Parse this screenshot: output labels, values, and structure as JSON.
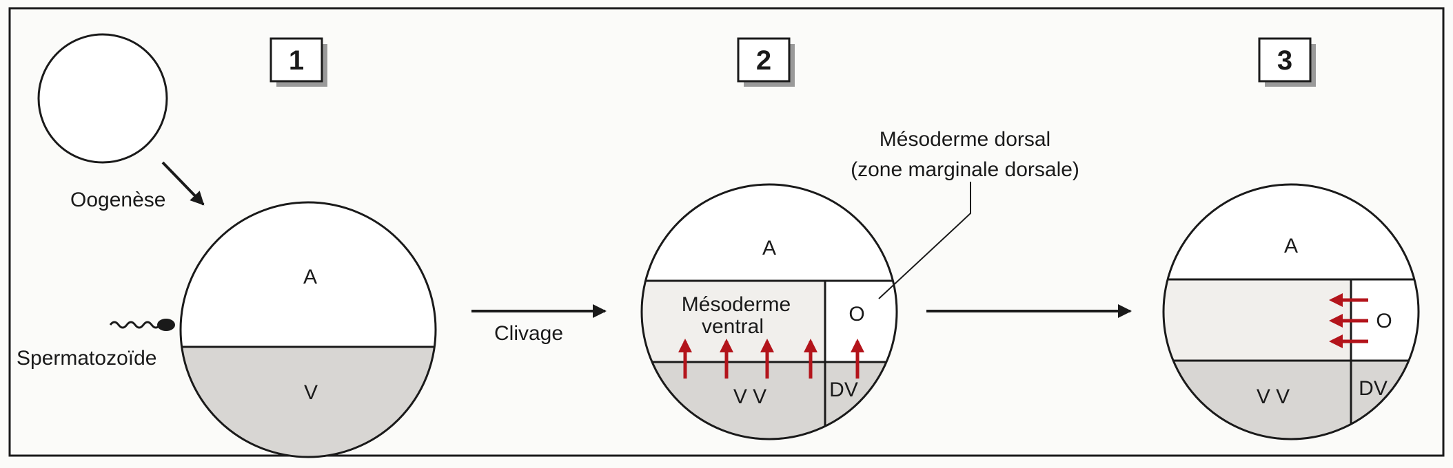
{
  "colors": {
    "ink": "#1a1a1a",
    "animal_fill": "#ffffff",
    "mesoderm_fill": "#f1efec",
    "vegetal_fill": "#d8d6d3",
    "arrow_red": "#b3141b",
    "badge_shadow": "#9a9a9a"
  },
  "stages": [
    {
      "number": "1",
      "animal_label": "A",
      "vegetal_label": "V"
    },
    {
      "number": "2",
      "animal_label": "A",
      "mesoderm_label_line1": "Mésoderme",
      "mesoderm_label_line2": "ventral",
      "organizer_label": "O",
      "vegetal_label": "V V",
      "dorsal_vegetal_label": "DV"
    },
    {
      "number": "3",
      "animal_label": "A",
      "organizer_label": "O",
      "vegetal_label": "V V",
      "dorsal_vegetal_label": "DV"
    }
  ],
  "labels": {
    "oogenesis": "Oogenèse",
    "sperm": "Spermatozoïde",
    "cleavage": "Clivage",
    "dorsal_mesoderm_line1": "Mésoderme dorsal",
    "dorsal_mesoderm_line2": "(zone marginale dorsale)"
  },
  "icons": {
    "sperm": "sperm-icon",
    "red_arrows_stage2": "upward-signal-arrows",
    "red_arrows_stage3": "leftward-signal-arrows"
  }
}
